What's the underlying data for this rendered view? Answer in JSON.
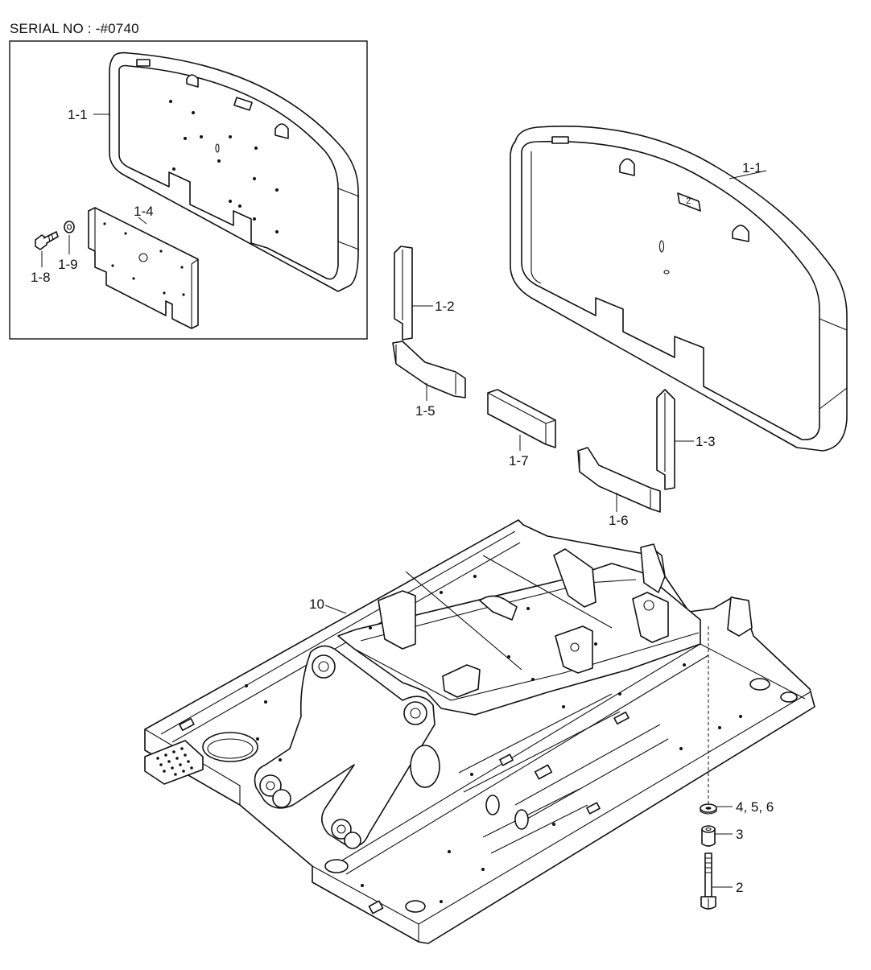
{
  "header": {
    "serial": "SERIAL NO : -#0740"
  },
  "labels": {
    "inset_counterweight": "1-1",
    "inset_plate": "1-4",
    "inset_bolt": "1-8",
    "inset_washer": "1-9",
    "main_counterweight": "1-1",
    "plate_1_2": "1-2",
    "plate_1_5": "1-5",
    "plate_1_7": "1-7",
    "plate_1_3": "1-3",
    "plate_1_6": "1-6",
    "frame": "10",
    "washer_group": "4, 5, 6",
    "spacer": "3",
    "bolt": "2"
  }
}
